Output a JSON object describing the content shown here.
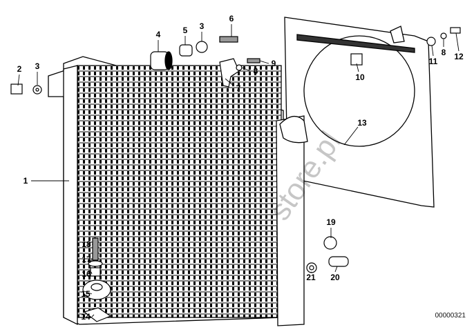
{
  "diagram": {
    "part_labels": [
      {
        "id": "1",
        "text": "1"
      },
      {
        "id": "2",
        "text": "2"
      },
      {
        "id": "3a",
        "text": "3"
      },
      {
        "id": "4",
        "text": "4"
      },
      {
        "id": "5",
        "text": "5"
      },
      {
        "id": "3b",
        "text": "3"
      },
      {
        "id": "6",
        "text": "6"
      },
      {
        "id": "7",
        "text": "7"
      },
      {
        "id": "8a",
        "text": "8"
      },
      {
        "id": "9",
        "text": "9"
      },
      {
        "id": "10",
        "text": "10"
      },
      {
        "id": "11",
        "text": "11"
      },
      {
        "id": "8b",
        "text": "8"
      },
      {
        "id": "12",
        "text": "12"
      },
      {
        "id": "13",
        "text": "13"
      },
      {
        "id": "18",
        "text": "18"
      },
      {
        "id": "17",
        "text": "17"
      },
      {
        "id": "16",
        "text": "16"
      },
      {
        "id": "15",
        "text": "15"
      },
      {
        "id": "14",
        "text": "14"
      },
      {
        "id": "19",
        "text": "19"
      },
      {
        "id": "20",
        "text": "20"
      },
      {
        "id": "21",
        "text": "21"
      }
    ],
    "diagram_code": "00000321",
    "watermark": "store.pl"
  }
}
